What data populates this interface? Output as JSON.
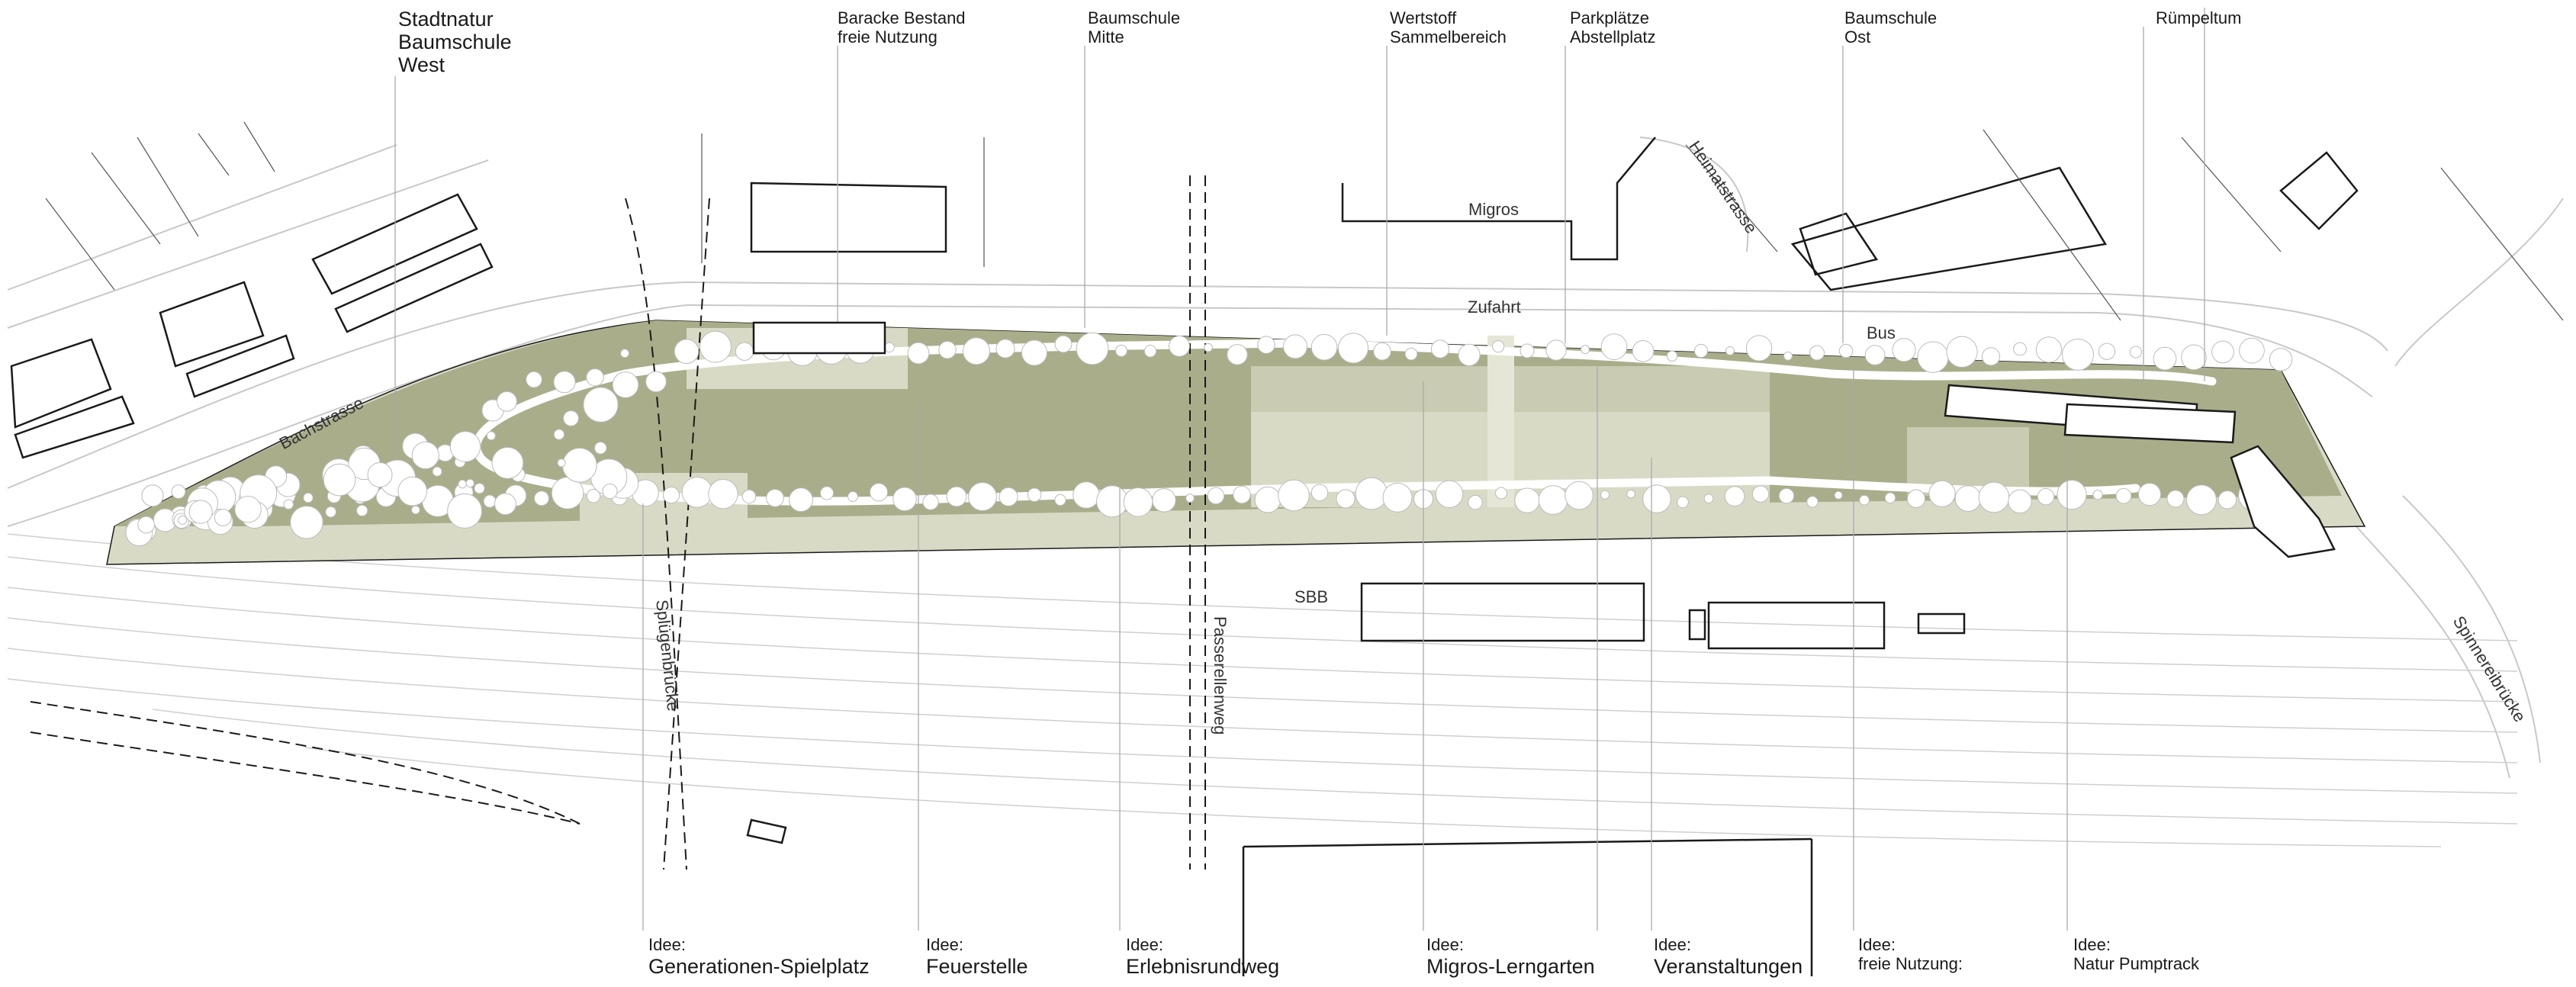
{
  "top_labels": {
    "stadtnatur": [
      "Stadtnatur",
      "Baumschule",
      "West"
    ],
    "baracke": [
      "Baracke Bestand",
      "freie Nutzung"
    ],
    "baumschule_mitte": [
      "Baumschule",
      "Mitte"
    ],
    "wertstoff": [
      "Wertstoff",
      "Sammelbereich"
    ],
    "parkplaetze": [
      "Parkplätze",
      "Abstellplatz"
    ],
    "baumschule_ost": [
      "Baumschule",
      "Ost"
    ],
    "ruempeltum": [
      "Rümpeltum"
    ]
  },
  "bottom_labels": {
    "spielplatz": [
      "Idee:",
      "Generationen-Spielplatz"
    ],
    "feuerstelle": [
      "Idee:",
      "Feuerstelle"
    ],
    "erlebnisrundweg": [
      "Idee:",
      "Erlebnisrundweg"
    ],
    "lerngarten": [
      "Idee:",
      "Migros-Lerngarten"
    ],
    "veranstaltungen": [
      "Idee:",
      "Veranstaltungen"
    ],
    "freie_nutzung": [
      "Idee:",
      "freie Nutzung:"
    ],
    "pumptrack": [
      "Idee:",
      "Natur Pumptrack"
    ]
  },
  "map_labels": {
    "migros": "Migros",
    "zufahrt": "Zufahrt",
    "bus": "Bus",
    "sbb": "SBB",
    "bachstrasse": "Bachstrasse",
    "heimatstrasse": "Heimatstrasse",
    "spluegenbruecke": "Splügenbrücke",
    "passerellenweg": "Passerellenweg",
    "spinnereibruecke": "Spinnereibrücke"
  },
  "colors": {
    "park_green": "#a9ad8a",
    "park_edge_green": "#8d9470",
    "hard_surface": "#dcdcc8",
    "path_white": "#ffffff",
    "line": "#1a1a1a",
    "rail": "#bdbdbd"
  }
}
